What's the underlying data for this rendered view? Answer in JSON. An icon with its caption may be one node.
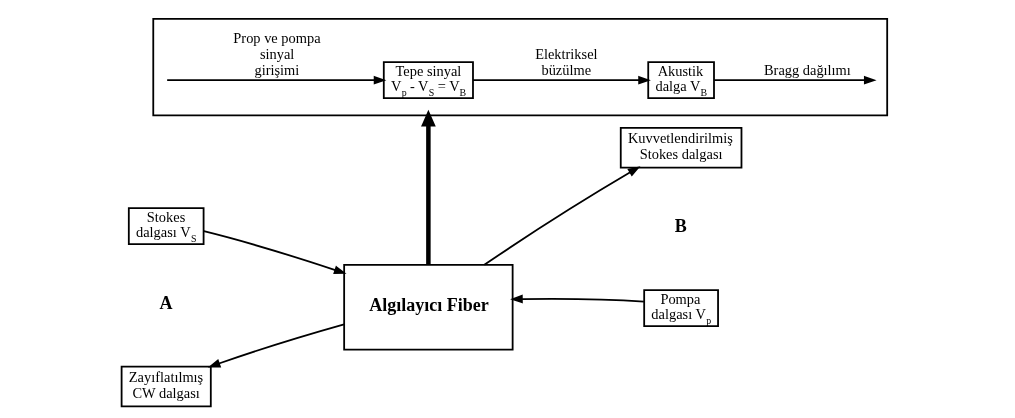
{
  "diagram": {
    "nodes": [
      {
        "text": [
          "Stokes dalgası V$_{S}$"
        ]
      },
      {
        "text": [
          "Algılayıcı Fiber"
        ]
      },
      {
        "text": [
          "Kuvvetlendirilmiş Stokes dalgası"
        ]
      },
      {
        "text": [
          "Zayıflatılmış CW dalgası"
        ]
      },
      {
        "text": [
          "Pompa dalgası V$_{p}$"
        ]
      },
      {
        "text": [],
        "shape": "box"
      },
      {
        "text": [
          "Tepe sinyal V$_{p}$ - V$_{S}$ = V$_{B}$"
        ],
        "in": 5
      },
      {
        "text": [
          "Akustik dalga V$_{B}$"
        ],
        "in": 5
      }
    ],
    "edges": [
      {
        "from": 0,
        "to": 1,
        "arrow": "to"
      },
      {
        "from": 1,
        "to": 2,
        "arrow": "to"
      },
      {
        "from": 1,
        "to": 3,
        "arrow": "to"
      },
      {
        "from": 4,
        "to": 1,
        "arrow": "to"
      },
      {
        "from": 1,
        "to": 5,
        "arrow": "to",
        "style": "thick"
      },
      {
        "from": null,
        "to": 6,
        "arrow": "to",
        "label": "Prop ve pompa sinyal girişimi"
      },
      {
        "from": 6,
        "to": 7,
        "arrow": "to",
        "label": "Elektriksel büzülme"
      },
      {
        "from": 7,
        "to": null,
        "arrow": "to",
        "label": "Bragg dağılımı"
      }
    ],
    "labels": [
      "A",
      "B"
    ]
  }
}
